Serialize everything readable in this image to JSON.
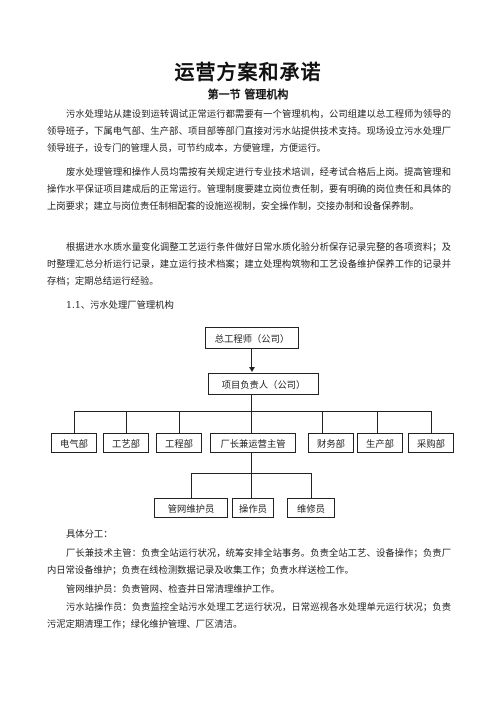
{
  "doc": {
    "title": "运营方案和承诺",
    "section": "第一节 管理机构",
    "paragraphs": [
      "污水处理站从建设到运转调试正常运行都需要有一个管理机构，公司组建以总工程师为领导的领导班子，下属电气部、生产部、项目部等部门直接对污水站提供技术支持。现场设立污水处理厂领导班子，设专门的管理人员，可节约成本，方便管理，方便运行。",
      "废水处理管理和操作人员均需按有关规定进行专业技术培训，经考试合格后上岗。提高管理和操作水平保证项目建成后的正常运行。管理制度要建立岗位责任制，要有明确的岗位责任和具体的上岗要求；建立与岗位责任制相配套的设施巡视制，安全操作制，交接办制和设备保养制。",
      "根据进水水质水量变化调整工艺运行条件做好日常水质化验分析保存记录完整的各项资料；及时整理汇总分析运行记录，建立运行技术档案；建立处理构筑物和工艺设备维护保养工作的记录并存档；定期总结运行经验。"
    ],
    "subheading": "1.1、污水处理厂管理机构"
  },
  "org": {
    "top": "总工程师（公司）",
    "manager": "项目负责人（公司）",
    "departments": [
      "电气部",
      "工艺部",
      "工程部",
      "厂长兼运营主管",
      "财务部",
      "生产部",
      "采购部"
    ],
    "staff": [
      "管网维护员",
      "操作员",
      "维修员"
    ]
  },
  "duties": {
    "heading": "具体分工：",
    "items": [
      "厂长兼技术主管：负责全站运行状况，统筹安排全站事务。负责全站工艺、设备操作；负责厂内日常设备维护；负责在线检测数据记录及收集工作；负责水样送检工作。",
      "管网维护员：负责管网、检查井日常清理维护工作。",
      "污水站操作员：负责监控全站污水处理工艺运行状况，日常巡视各水处理单元运行状况；负责污泥定期清理工作；绿化维护管理、厂区清洁。"
    ]
  }
}
